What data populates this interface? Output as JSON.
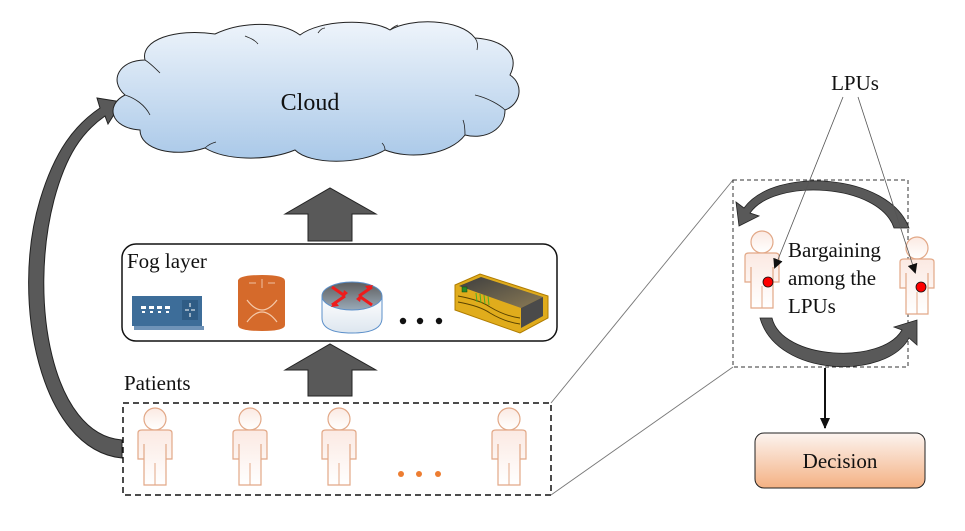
{
  "cloud": {
    "label": "Cloud"
  },
  "fog_layer": {
    "label": "Fog layer",
    "devices": [
      {
        "name": "switch",
        "icon": "network-switch-icon"
      },
      {
        "name": "router-orange",
        "icon": "router-orange-icon"
      },
      {
        "name": "router-cisco",
        "icon": "router-red-arrows-icon"
      },
      {
        "name": "ellipsis",
        "icon": "ellipsis-icon"
      },
      {
        "name": "gateway",
        "icon": "gateway-appliance-icon"
      }
    ]
  },
  "patients": {
    "label": "Patients",
    "count_icons": 4,
    "ellipsis": "..."
  },
  "lpus": {
    "label": "LPUs",
    "bargaining_lines": [
      "Bargaining",
      "among the",
      "LPUs"
    ]
  },
  "decision": {
    "label": "Decision"
  },
  "colors": {
    "arrow_fill": "#595959",
    "cloud_top": "#eef4fb",
    "cloud_bottom": "#a9c8e8",
    "person_stroke": "#e2a887",
    "dot_orange": "#ed7d31",
    "lpu_dot": "#ff0000",
    "decision_top": "#fcf2ee",
    "decision_bottom": "#f4b183",
    "switch_blue": "#35638f",
    "router_orange": "#d56a2b"
  }
}
